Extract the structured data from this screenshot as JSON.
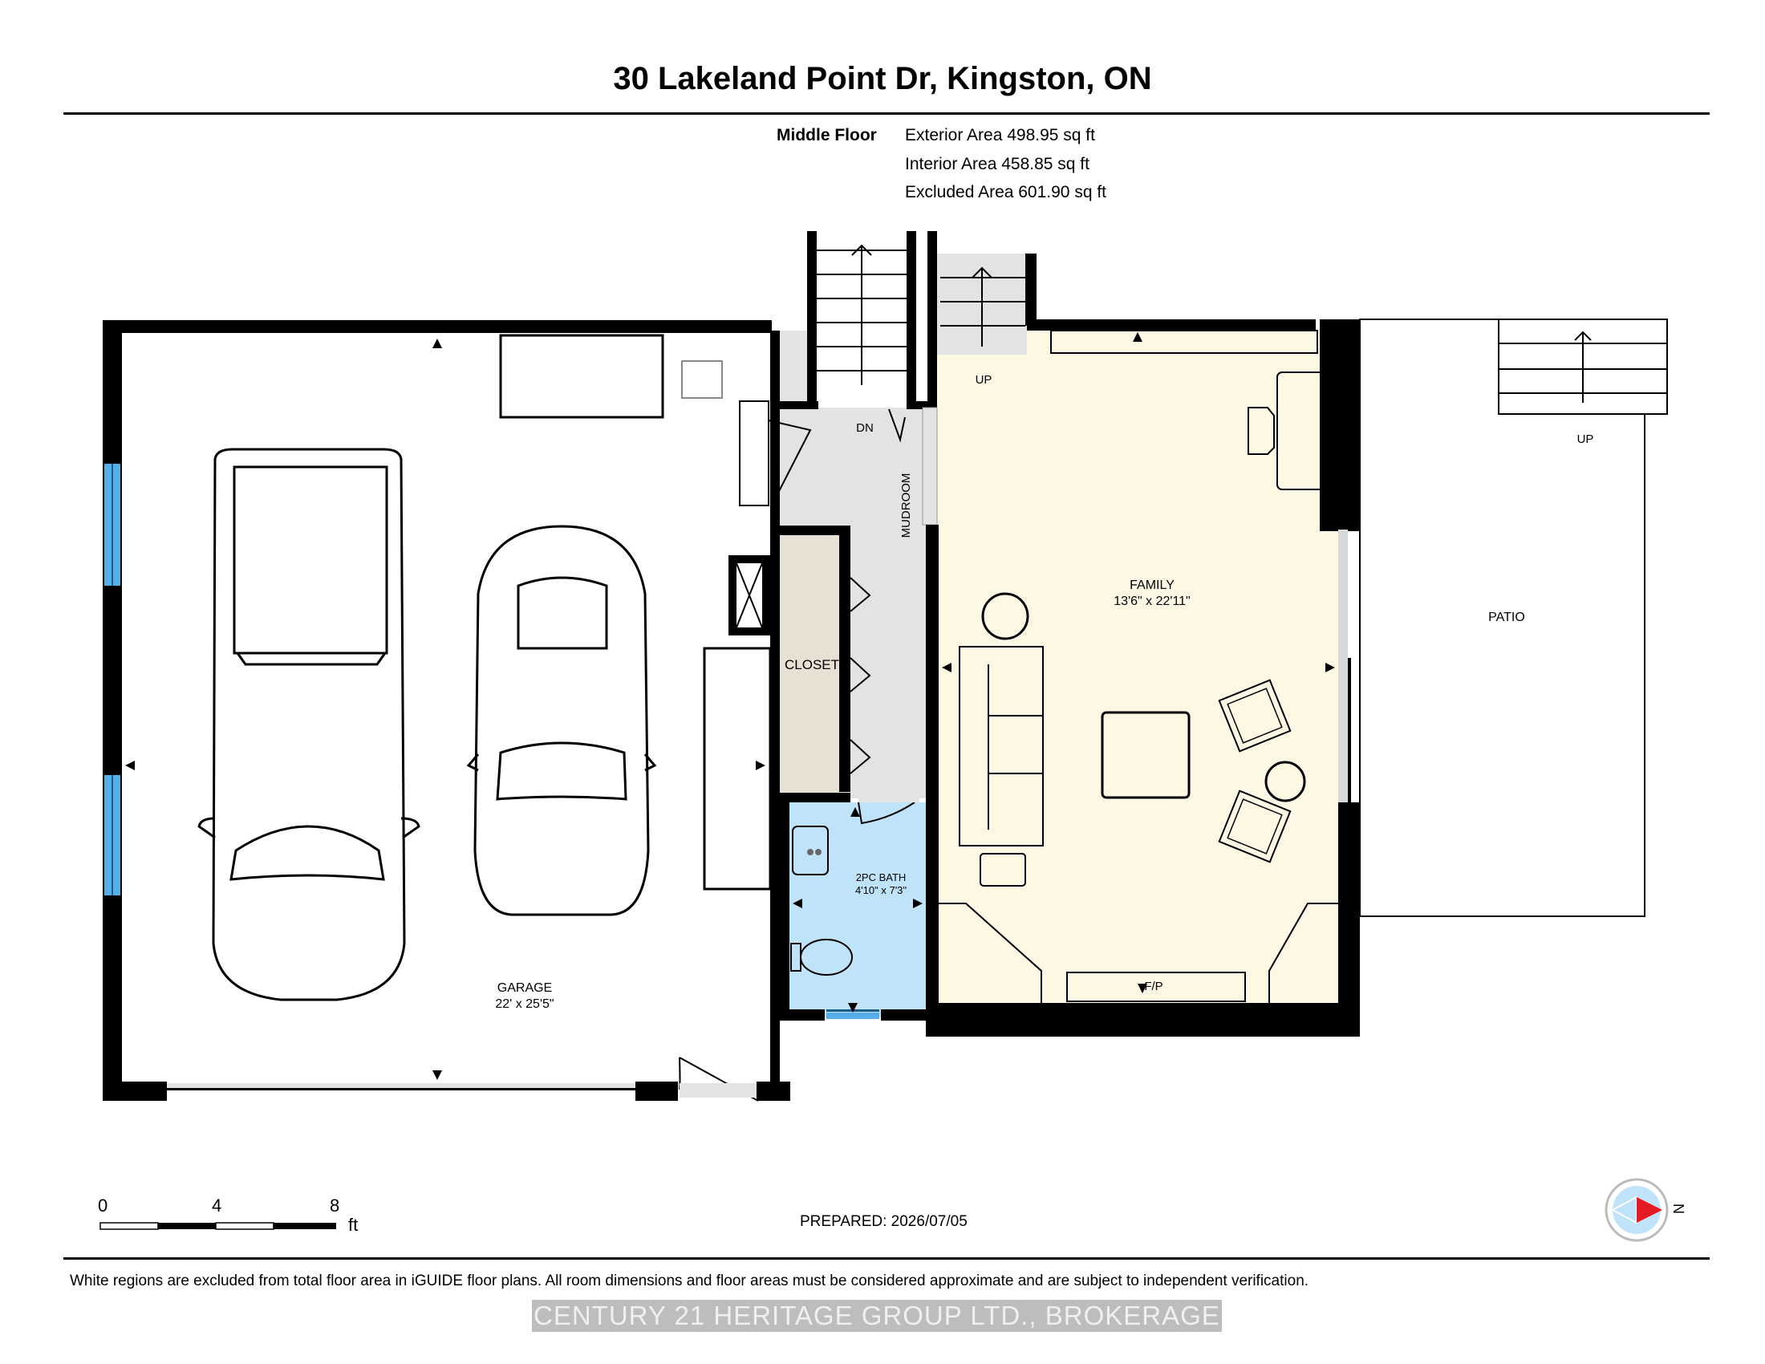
{
  "title": "30 Lakeland Point Dr, Kingston, ON",
  "floor": {
    "name": "Middle Floor",
    "exterior_area": "Exterior Area 498.95 sq ft",
    "interior_area": "Interior Area 458.85 sq ft",
    "excluded_area": "Excluded Area 601.90 sq ft"
  },
  "rooms": {
    "garage": {
      "name": "GARAGE",
      "dims": "22' x 25'5\""
    },
    "family": {
      "name": "FAMILY",
      "dims": "13'6\" x 22'11\""
    },
    "bath": {
      "name": "2PC BATH",
      "dims": "4'10\" x 7'3\""
    },
    "closet": "CLOSET",
    "mudroom": "MUDROOM",
    "patio": "PATIO",
    "fireplace": "F/P",
    "stairs_up_1": "UP",
    "stairs_up_2": "UP",
    "stairs_down": "DN"
  },
  "scale": {
    "labels": [
      "0",
      "4",
      "8"
    ],
    "unit": "ft"
  },
  "prepared": "PREPARED: 2026/07/05",
  "footer": "White regions are excluded from total floor area in iGUIDE floor plans. All room dimensions and floor areas must be considered approximate and are subject to independent verification.",
  "brand": "CENTURY 21 HERITAGE GROUP LTD., BROKERAGE",
  "north_label": "N",
  "colors": {
    "family": "#fdf8e4",
    "bath": "#bfe3fb",
    "closet": "#e8e0d2",
    "mudroom": "#e3e3e3",
    "window": "#55aee8",
    "compass_arrow": "#e31b23"
  }
}
